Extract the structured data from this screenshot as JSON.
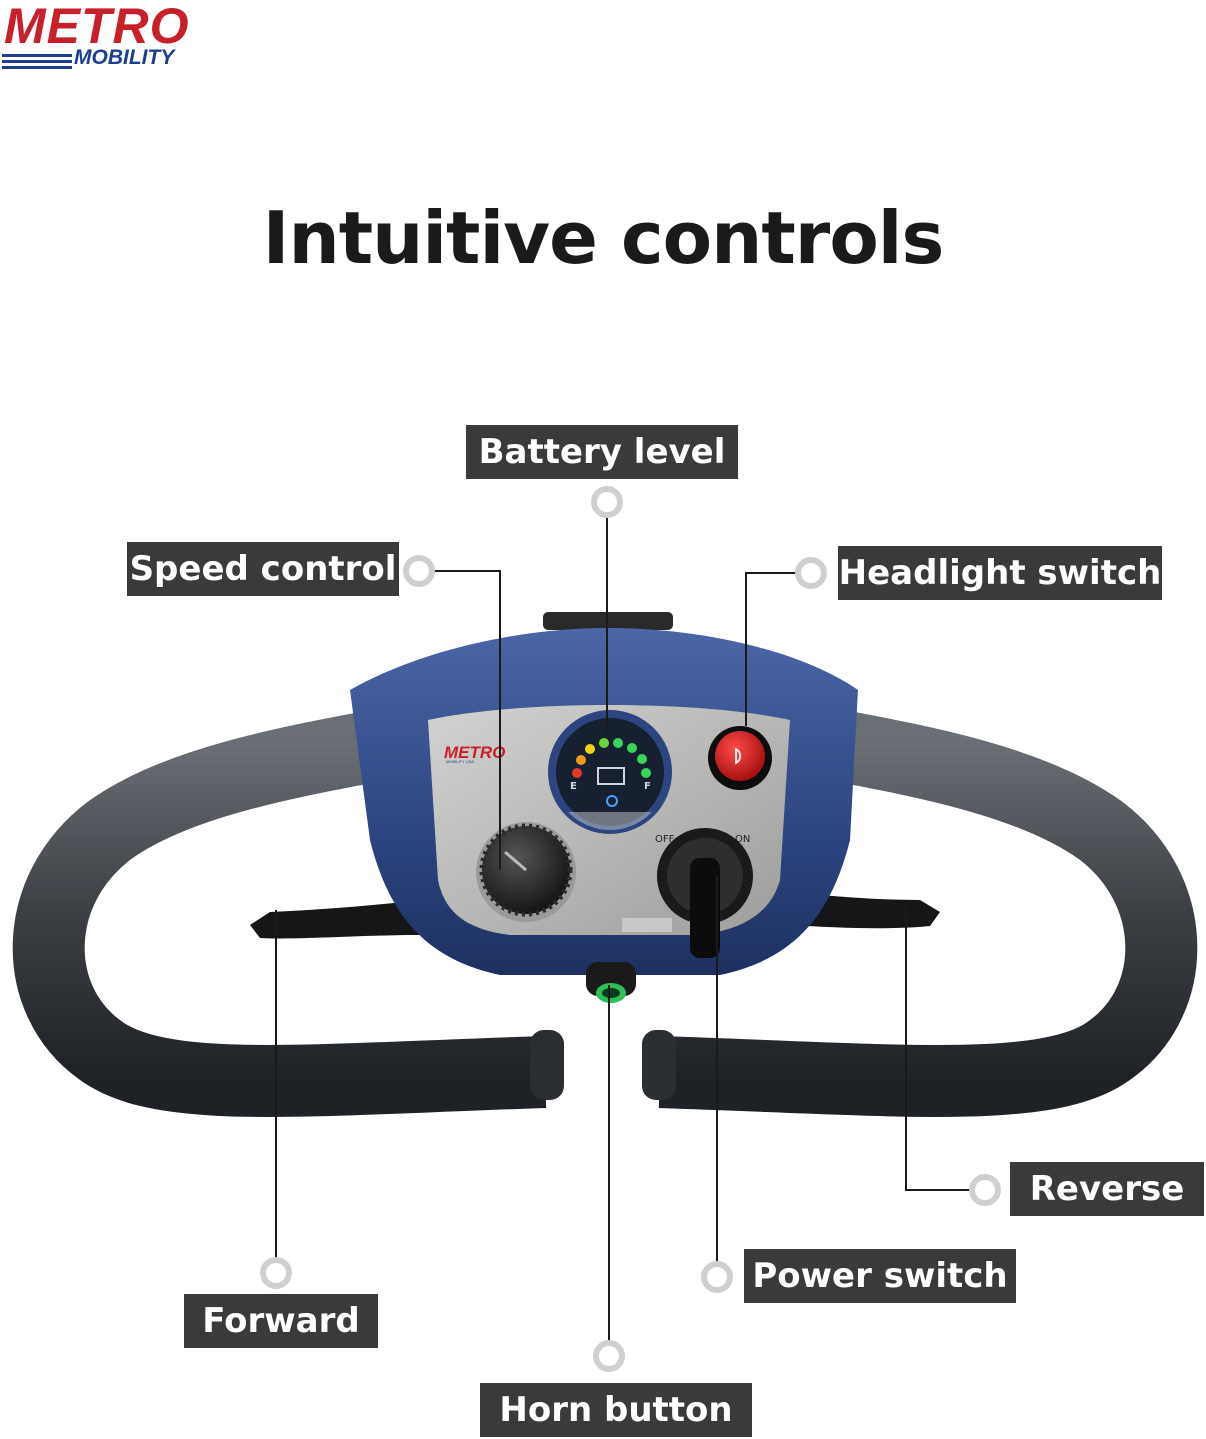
{
  "brand": {
    "metro": "METRO",
    "mobility": "MOBILITY"
  },
  "title": "Intuitive controls",
  "labels": {
    "battery": "Battery level",
    "speed": "Speed control",
    "headlight": "Headlight switch",
    "reverse": "Reverse",
    "power": "Power switch",
    "forward": "Forward",
    "horn": "Horn button"
  },
  "panel": {
    "logo_metro": "METRO",
    "logo_sub": "MOBILITY USA",
    "gauge_e": "E",
    "gauge_f": "F",
    "key_off": "OFF",
    "key_on": "ON"
  },
  "colors": {
    "panel_blue": "#2f4a86",
    "label_bg": "#3a3a3a",
    "brand_red": "#c8202a",
    "brand_blue": "#1d3e8f"
  }
}
